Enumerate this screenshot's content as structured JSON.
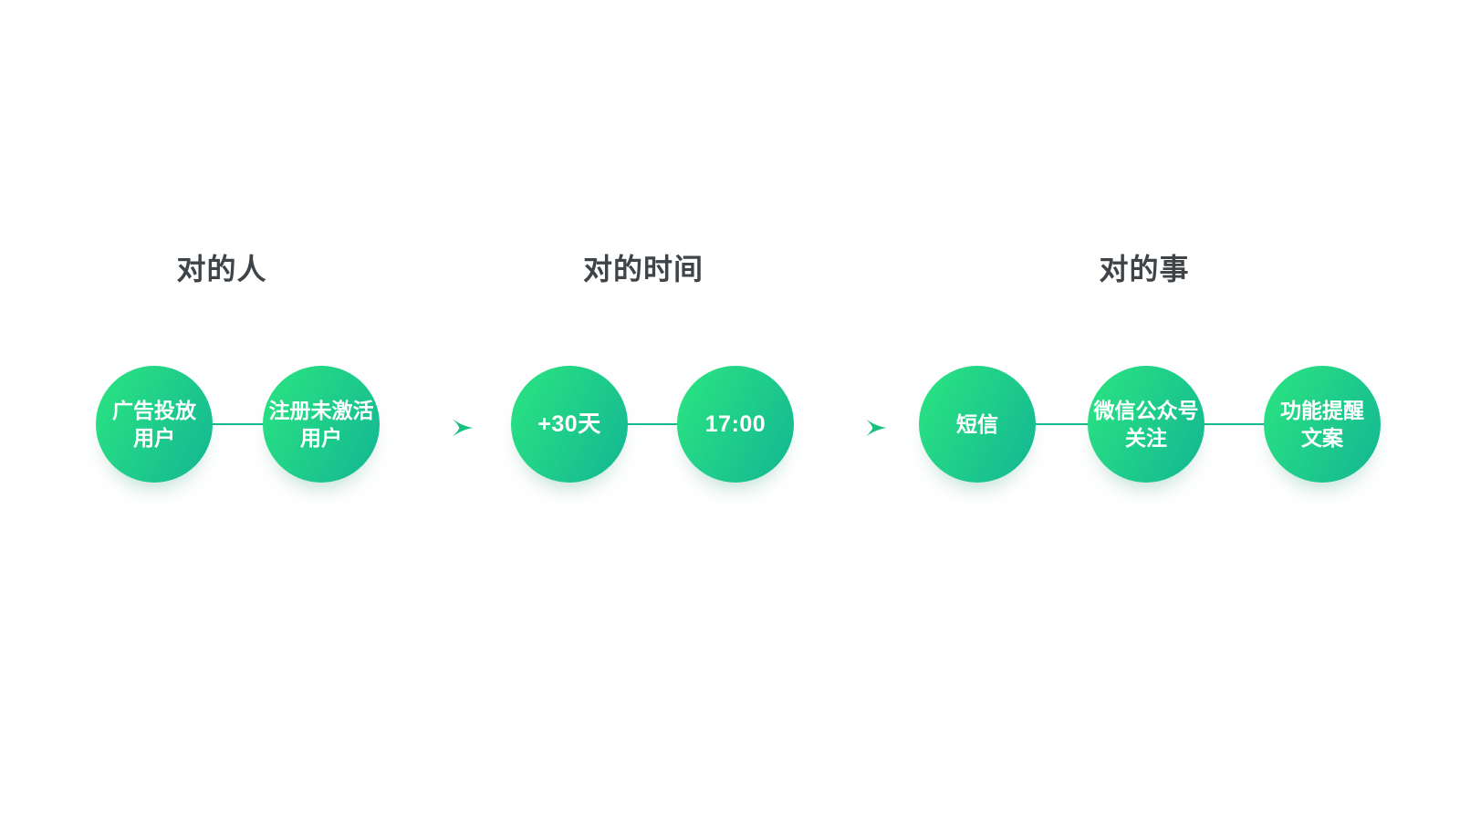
{
  "diagram": {
    "groups": [
      {
        "title": "对的人",
        "nodes": [
          {
            "label": "广告投放\n用户"
          },
          {
            "label": "注册未激活\n用户"
          }
        ]
      },
      {
        "title": "对的时间",
        "nodes": [
          {
            "label": "+30天"
          },
          {
            "label": "17:00"
          }
        ]
      },
      {
        "title": "对的事",
        "nodes": [
          {
            "label": "短信"
          },
          {
            "label": "微信公众号\n关注"
          },
          {
            "label": "功能提醒\n文案"
          }
        ]
      }
    ],
    "icons": [
      "flow-arrow-icon",
      "flow-arrow-icon"
    ]
  },
  "colors": {
    "background": "#ffffff",
    "heading_text": "#3f4449",
    "node_text": "#ffffff",
    "node_gradient_start": "#2ae381",
    "node_gradient_end": "#14b893",
    "connector_line": "#13b98c",
    "arrow": "#16c07f"
  }
}
